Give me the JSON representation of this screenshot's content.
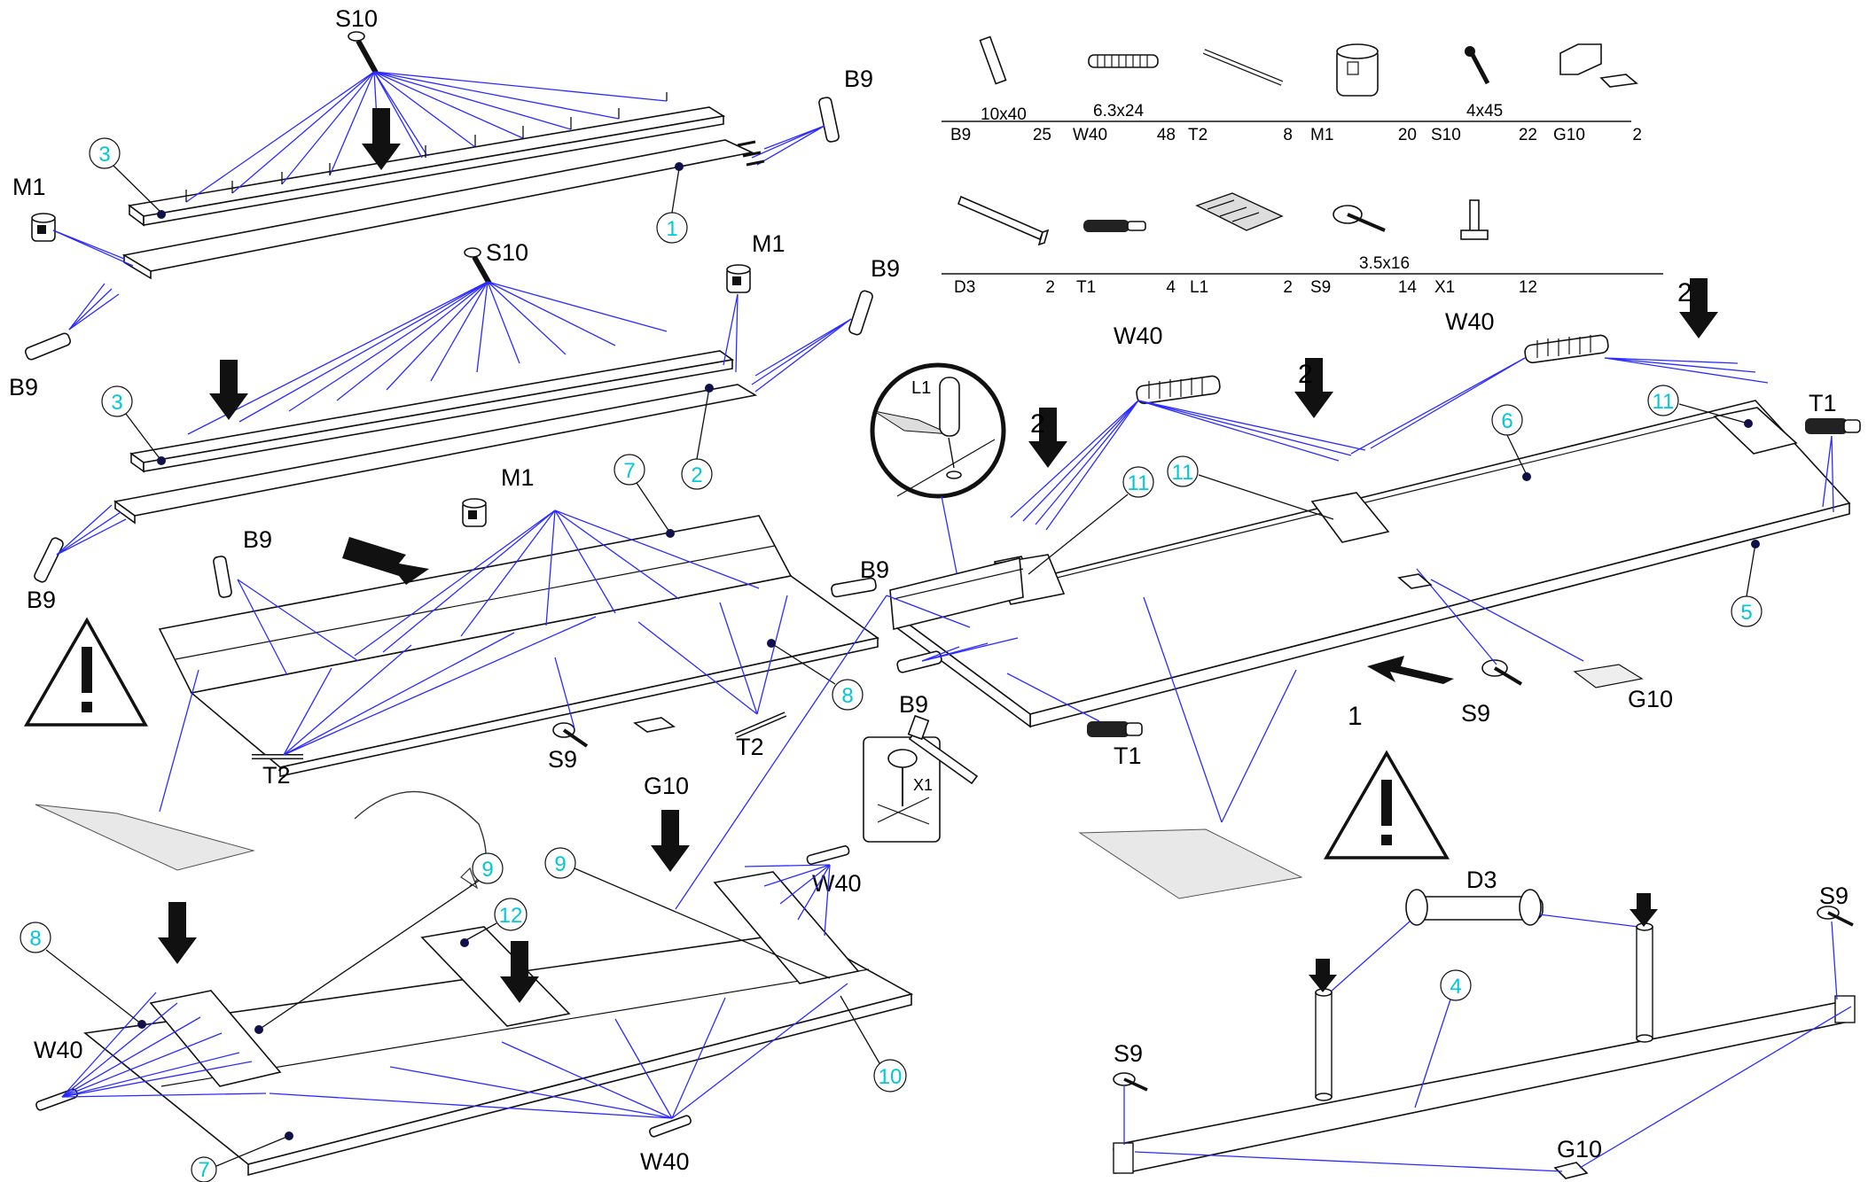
{
  "parts_table": [
    {
      "code": "B9",
      "qty": "25",
      "size": "10x40",
      "icon": "dowel-icon"
    },
    {
      "code": "W40",
      "qty": "48",
      "size": "6.3x24",
      "icon": "screw-icon"
    },
    {
      "code": "T2",
      "qty": "8",
      "size": "",
      "icon": "rod-icon"
    },
    {
      "code": "M1",
      "qty": "20",
      "size": "",
      "icon": "cam-lock-icon"
    },
    {
      "code": "S10",
      "qty": "22",
      "size": "4x45",
      "icon": "screw-icon"
    },
    {
      "code": "G10",
      "qty": "2",
      "size": "",
      "icon": "bracket-icon"
    },
    {
      "code": "D3",
      "qty": "2",
      "size": "",
      "icon": "hanger-rod-icon"
    },
    {
      "code": "T1",
      "qty": "4",
      "size": "",
      "icon": "connector-icon"
    },
    {
      "code": "L1",
      "qty": "2",
      "size": "",
      "icon": "glue-packet-icon"
    },
    {
      "code": "S9",
      "qty": "14",
      "size": "3.5x16",
      "icon": "screw-icon"
    },
    {
      "code": "X1",
      "qty": "12",
      "size": "",
      "icon": "nail-icon"
    }
  ],
  "labels": {
    "s10_top": "S10",
    "b9_top_right": "B9",
    "m1_left": "M1",
    "b9_left_1": "B9",
    "s10_mid": "S10",
    "m1_mid": "M1",
    "b9_mid_right": "B9",
    "b9_left_2": "B9",
    "m1_center": "M1",
    "b9_center": "B9",
    "t2_left": "T2",
    "s9_center": "S9",
    "t2_center": "T2",
    "b9_join": "B9",
    "b9_join2": "B9",
    "g10_center": "G10",
    "w40_right1": "W40",
    "w40_right2": "W40",
    "t1_right": "T1",
    "t1_bottom": "T1",
    "s9_right": "S9",
    "g10_right": "G10",
    "l1_detail": "L1",
    "x1_detail": "X1",
    "w40_bottom_left": "W40",
    "w40_bottom_right": "W40",
    "w40_bottom_mid": "W40",
    "d3_label": "D3",
    "s9_rail_right": "S9",
    "s9_rail_left": "S9",
    "g10_rail": "G10"
  },
  "steps": {
    "two_a": "2",
    "two_b": "2",
    "two_c": "2",
    "one": "1"
  },
  "callouts": {
    "c1": "1",
    "c2": "2",
    "c3a": "3",
    "c3b": "3",
    "c4": "4",
    "c5": "5",
    "c6": "6",
    "c7a": "7",
    "c7b": "7",
    "c8a": "8",
    "c8b": "8",
    "c9a": "9",
    "c9b": "9",
    "c10": "10",
    "c11a": "11",
    "c11b": "11",
    "c11c": "11",
    "c12": "12"
  },
  "colors": {
    "leader_lines": "#2b2bff",
    "callout_text": "#00c8d8",
    "outline": "#111111"
  }
}
